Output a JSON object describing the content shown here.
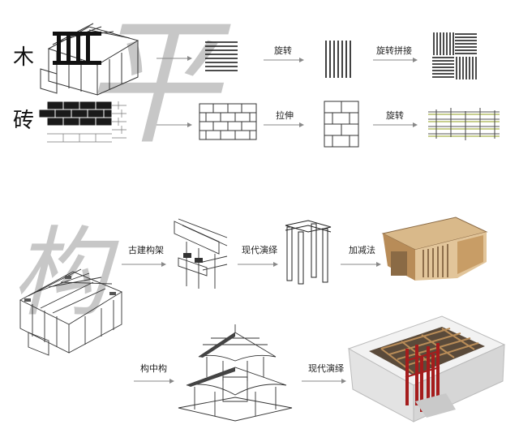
{
  "top": {
    "wood_label": "木",
    "brick_label": "砖",
    "watermark_char": "平",
    "wood_steps": [
      "旋转",
      "旋转拼接"
    ],
    "brick_steps": [
      "拉伸",
      "旋转"
    ]
  },
  "bottom": {
    "watermark_char": "构",
    "steps": [
      "古建构架",
      "现代演绎",
      "加减法"
    ],
    "second_steps": [
      "构中构",
      "现代演绎"
    ]
  },
  "colors": {
    "wood": "#c9a77a",
    "wood_dark": "#8a6a45",
    "red": "#a51c1c",
    "line": "#222222"
  }
}
